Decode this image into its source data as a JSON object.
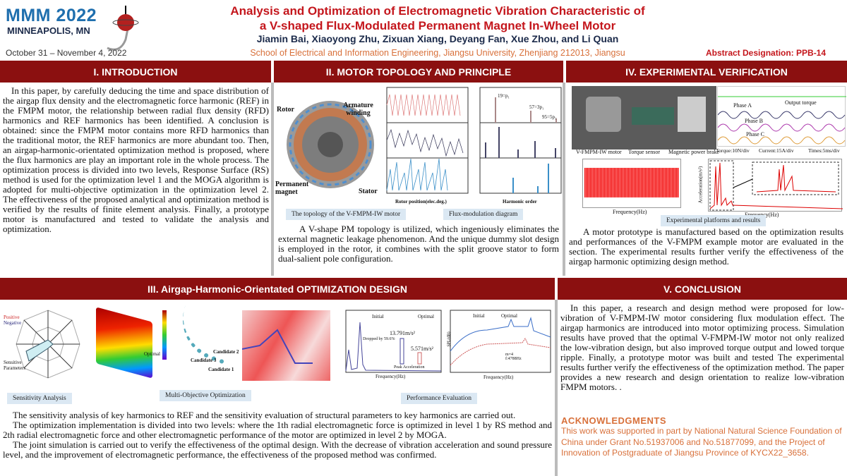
{
  "header": {
    "conf": "MMM 2022",
    "city": "MINNEAPOLIS, MN",
    "dates": "October 31 – November 4, 2022",
    "title_line1": "Analysis and Optimization of Electromagnetic Vibration Characteristic of",
    "title_line2": "a V-shaped Flux-Modulated Permanent Magnet In-Wheel Motor",
    "authors": "Jiamin Bai, Xiaoyong Zhu, Zixuan Xiang, Deyang Fan, Xue Zhou, and Li Quan",
    "affiliation": "School of Electrical and Information Engineering, Jiangsu University, Zhenjiang 212013, Jiangsu",
    "abstract": "Abstract Designation: PPB-14"
  },
  "sections": {
    "intro": "I. INTRODUCTION",
    "topology": "II. MOTOR TOPOLOGY AND PRINCIPLE",
    "experimental": "IV. EXPERIMENTAL VERIFICATION",
    "optimization": "III.   Airgap-Harmonic-Orientated OPTIMIZATION DESIGN",
    "conclusion": "V. CONCLUSION"
  },
  "intro": {
    "text": "In this paper, by carefully deducing the time and space distribution of the airgap flux density and the electromagnetic force harmonic (REF) in the FMPM motor, the relationship between radial flux density (RFD) harmonics and REF harmonics has been identified. A conclusion is obtained: since the FMPM motor contains more RFD harmonics than the traditional motor, the REF harmonics are more abundant too. Then, an airgap-harmonic-orientated optimization method is proposed, where the flux harmonics are play an important role in the whole process. The optimization process is divided into two levels, Response Surface (RS) method is used for the optimization level 1 and the MOGA algorithm is adopted for multi-objective optimization in the optimization level 2. The effectiveness of the proposed analytical and optimization method is verified by the results of finite element analysis. Finally, a prototype motor is manufactured and tested to validate the analysis and optimization."
  },
  "topology": {
    "labels": {
      "rotor": "Rotor",
      "winding": "Armature winding",
      "pm": "Permanent magnet",
      "stator": "Stator",
      "xaxis": "Rotor position(elec.deg.)",
      "harm": "Harmonic order",
      "a1": "19=p₁",
      "a2": "57=3p₁",
      "a3": "95=5p₁"
    },
    "cap1": "The topology of the V-FMPM-IW motor",
    "cap2": "Flux-modulation diagram",
    "text": "A V-shape PM topology is utilized, which ingeniously eliminates the external magnetic leakage phenomenon. And the unique dummy slot design is employed in the rotor, it combines with the split groove stator to form dual-salient pole configuration."
  },
  "experimental": {
    "labels": {
      "motor": "V-FMPM-IW motor",
      "sensor": "Torque sensor",
      "brake": "Magnetic power brake",
      "phaseA": "Phase A",
      "phaseB": "Phase B",
      "phaseC": "Phase C",
      "torque": "Output torque",
      "scale1": "Torque:10N/div",
      "scale2": "Current:15A/div",
      "scale3": "Times:5ms/div",
      "freq1": "Frequency(Hz)",
      "freq2": "Frequency(Hz)",
      "accel": "Acceleration(m/s²)"
    },
    "cap": "Experimental platforms and  results",
    "text": "A motor prototype is manufactured based on the optimization results and performances of the V-FMPM example motor are evaluated in the section. The experimental results further verify the effectiveness of the airgap harmonic optimizing design method."
  },
  "optimization": {
    "labels": {
      "positive": "Positive",
      "negative": "Negative",
      "sensitive": "Sensitive Parameters",
      "optimal": "Optimal",
      "c1": "Candidate 1",
      "c2": "Candidate 2",
      "c3": "Candidate 3",
      "initial": "Initial",
      "optimal2": "Optimal",
      "dropped": "Dropped by 59.6%",
      "peak1": "13.791m/s²",
      "peak2": "5.571m/s²",
      "peakacc": "Peak Acceleration",
      "freq": "Frequency(Hz)",
      "spl": "SPL(dB)",
      "mode": "m=4 f:4788Hz"
    },
    "cap1": "Sensitivity Analysis",
    "cap2": "Multi-Objective Optimization",
    "cap3": "Performance Evaluation",
    "p1": "The sensitivity analysis of key harmonics to REF and the sensitivity evaluation of structural parameters to key harmonics are carried out.",
    "p2": "The optimization implementation is divided into two levels: where the 1th radial electromagnetic force is optimized in level 1 by RS method and 2th radial electromagnetic force and other electromagnetic performance of the motor are optimized in level 2 by MOGA.",
    "p3": "The joint simulation is carried out  to verify the effectiveness of the optimal design. With the decrease of vibration acceleration and sound pressure level, and the improvement of electromagnetic performance, the effectiveness of the proposed method was confirmed."
  },
  "conclusion": {
    "text": "In this paper, a research and design method were proposed for low-vibration of V-FMPM-IW motor considering flux modulation effect. The airgap harmonics are introduced into motor optimizing process. Simulation results have proved that the optimal V-FMPM-IW motor not only realized the low-vibration design, but also improved torque output and lowed torque ripple. Finally, a prototype motor was built and tested The experimental results further verify the effectiveness of the optimization method. The paper provides a new research and design orientation to realize low-vibration FMPM motors. .",
    "ack_title": "ACKNOWLEDGMENTS",
    "ack_text": "This work was supported in part by National Natural Science Foundation of China under Grant No.51937006 and No.51877099, and the Project of Innovation of Postgraduate of Jiangsu Province of KYCX22_3658."
  },
  "colors": {
    "accent": "#8b1010",
    "title": "#c4161c",
    "orange": "#d8703a",
    "blue": "#1f6fae"
  }
}
